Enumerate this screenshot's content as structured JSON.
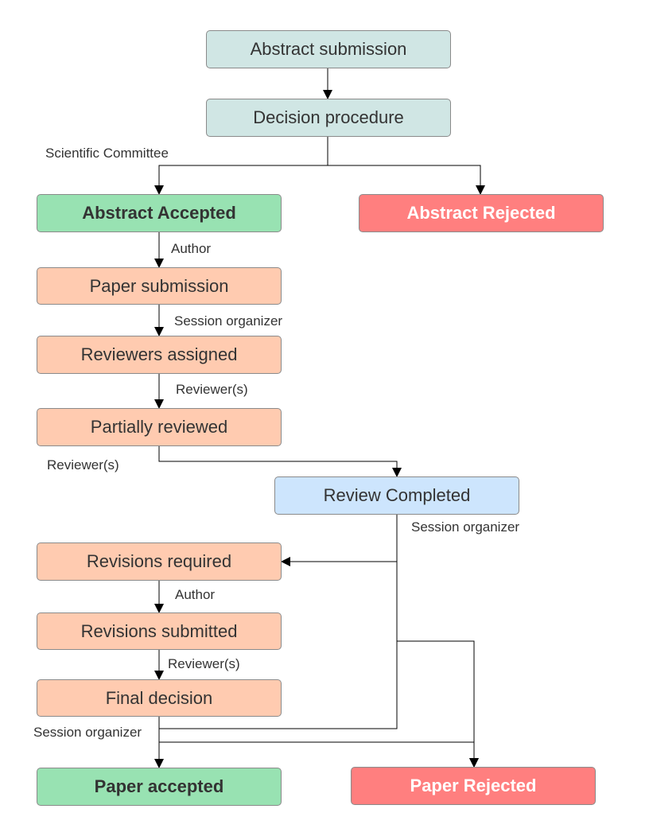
{
  "nodes": {
    "abstract_submission": "Abstract submission",
    "decision_procedure": "Decision procedure",
    "abstract_accepted": "Abstract Accepted",
    "abstract_rejected": "Abstract Rejected",
    "paper_submission": "Paper submission",
    "reviewers_assigned": "Reviewers assigned",
    "partially_reviewed": "Partially reviewed",
    "review_completed": "Review Completed",
    "revisions_required": "Revisions required",
    "revisions_submitted": "Revisions submitted",
    "final_decision": "Final decision",
    "paper_accepted": "Paper accepted",
    "paper_rejected": "Paper Rejected"
  },
  "edge_labels": {
    "scientific_committee": "Scientific Committee",
    "author_1": "Author",
    "session_organizer_1": "Session organizer",
    "reviewers_1": "Reviewer(s)",
    "reviewers_2": "Reviewer(s)",
    "session_organizer_2": "Session organizer",
    "author_2": "Author",
    "reviewers_3": "Reviewer(s)",
    "session_organizer_3": "Session organizer"
  },
  "colors": {
    "teal": "#d0e6e4",
    "peach": "#ffcbb0",
    "green": "#98e2b2",
    "red": "#ff7f7f",
    "blue": "#cde5fd",
    "line": "#000000"
  }
}
